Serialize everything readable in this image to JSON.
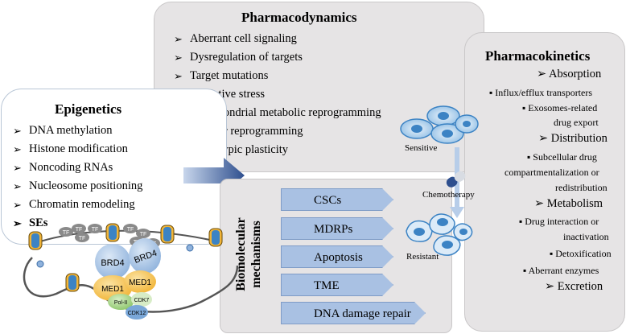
{
  "pharmacodynamics": {
    "title": "Pharmacodynamics",
    "items": [
      "Aberrant cell signaling",
      "Dysregulation of targets",
      "Target mutations",
      "Oxidative stress",
      "Mitochondrial metabolic reprogramming",
      "Cellular reprogramming",
      "Phenotypic plasticity"
    ]
  },
  "epigenetics": {
    "title": "Epigenetics",
    "items": [
      "DNA methylation",
      "Histone modification",
      "Noncoding RNAs",
      "Nucleosome positioning",
      "Chromatin remodeling"
    ],
    "bold_item": "SEs"
  },
  "pharmacokinetics": {
    "title": "Pharmacokinetics",
    "absorption": "Absorption",
    "absorption_1": "Influx/efflux transporters",
    "absorption_2a": "Exosomes-related",
    "absorption_2b": "drug export",
    "distribution": "Distribution",
    "distribution_1a": "Subcellular drug",
    "distribution_1b": "compartmentalization or",
    "distribution_1c": "redistribution",
    "metabolism": "Metabolism",
    "metabolism_1a": "Drug interaction or",
    "metabolism_1b": "inactivation",
    "metabolism_2": "Detoxification",
    "metabolism_3": "Aberrant enzymes",
    "excretion": "Excretion"
  },
  "biomolecular": {
    "label_line1": "Biomolecular",
    "label_line2": "mechanisms",
    "items": [
      "CSCs",
      "MDRPs",
      "Apoptosis",
      "TME",
      "DNA damage repair"
    ]
  },
  "cells": {
    "sensitive": "Sensitive",
    "chemotherapy": "Chemotherapy",
    "resistant": "Resistant"
  },
  "chromatin": {
    "tf": "TF",
    "brd4": "BRD4",
    "med1": "MED1",
    "pol2": "Pol-II",
    "cdk7": "CDK7",
    "cdk12": "CDK12"
  },
  "symbols": {
    "arrow": "➢",
    "bullet": "▪"
  },
  "colors": {
    "panel_gray": "#e6e4e5",
    "chevron_blue": "#a9c1e3",
    "big_arrow": "#2e4f8e",
    "brd4_blue": "#8fb2dc",
    "med1_orange": "#f1b437",
    "cdk7_green": "#8cc56a",
    "cell_blue": "#3c83c4"
  }
}
